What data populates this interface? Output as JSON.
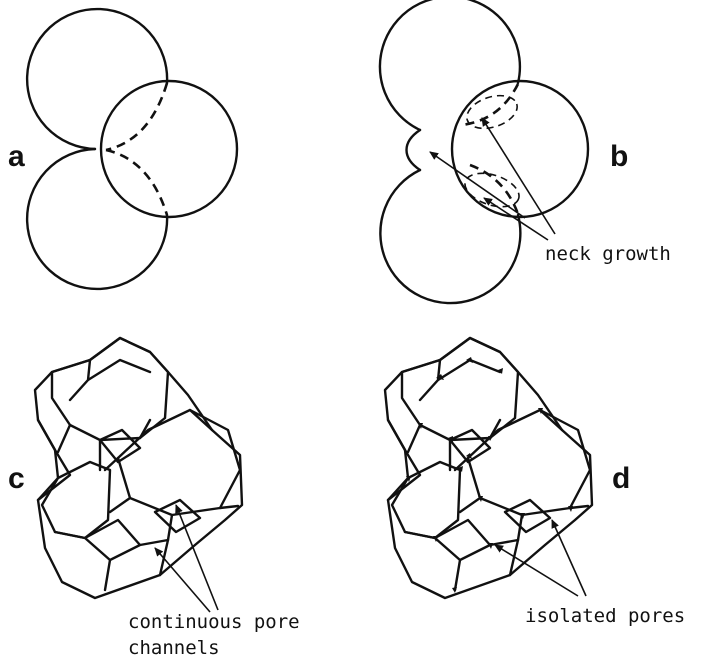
{
  "panels": {
    "a": {
      "label": "a"
    },
    "b": {
      "label": "b"
    },
    "c": {
      "label": "c"
    },
    "d": {
      "label": "d"
    }
  },
  "annotations": {
    "neck_growth": "neck growth",
    "continuous_line1": "continuous pore",
    "continuous_line2": "channels",
    "isolated_pores": "isolated pores"
  }
}
